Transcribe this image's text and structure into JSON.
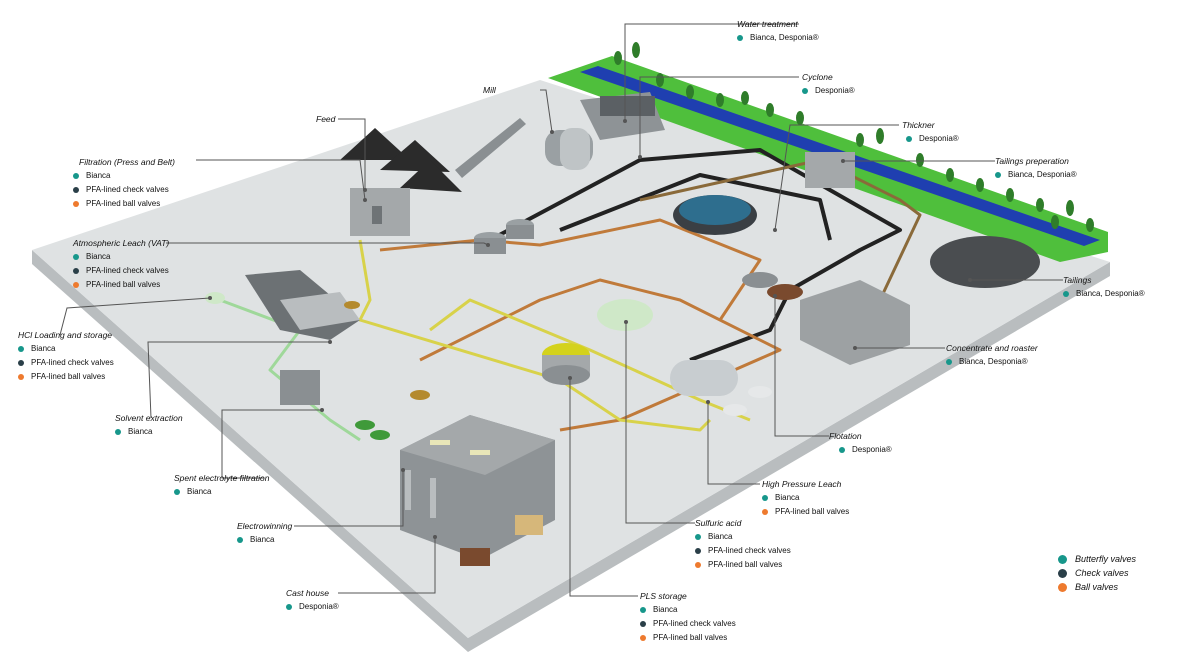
{
  "colors": {
    "butterfly": "#17978b",
    "check": "#2a3f48",
    "ball": "#ee7a2e",
    "floor": "#dfe2e3",
    "grass": "#4fbf3c",
    "water": "#1f3fb0",
    "pipe_yellow": "#d8d24a",
    "pipe_copper": "#c07a3a",
    "pipe_dark": "#222222"
  },
  "labels": [
    {
      "id": "water-treatment",
      "title": "Water treatment",
      "items": [
        {
          "type": "butterfly",
          "text": "Bianca, Desponia®"
        }
      ]
    },
    {
      "id": "mill",
      "title": "Mill",
      "items": []
    },
    {
      "id": "cyclone",
      "title": "Cyclone",
      "items": [
        {
          "type": "butterfly",
          "text": "Desponia®"
        }
      ]
    },
    {
      "id": "feed",
      "title": "Feed",
      "items": []
    },
    {
      "id": "thickner",
      "title": "Thickner",
      "items": [
        {
          "type": "butterfly",
          "text": "Desponia®"
        }
      ]
    },
    {
      "id": "filtration",
      "title": "Filtration (Press and Belt)",
      "items": [
        {
          "type": "butterfly",
          "text": "Bianca"
        },
        {
          "type": "check",
          "text": "PFA-lined check valves"
        },
        {
          "type": "ball",
          "text": "PFA-lined ball valves"
        }
      ]
    },
    {
      "id": "tailings-preperation",
      "title": "Tailings preperation",
      "items": [
        {
          "type": "butterfly",
          "text": "Bianca, Desponia®"
        }
      ]
    },
    {
      "id": "atmospheric-leach",
      "title": "Atmospheric Leach (VAT)",
      "items": [
        {
          "type": "butterfly",
          "text": "Bianca"
        },
        {
          "type": "check",
          "text": "PFA-lined check valves"
        },
        {
          "type": "ball",
          "text": "PFA-lined ball valves"
        }
      ]
    },
    {
      "id": "tailings",
      "title": "Tailings",
      "items": [
        {
          "type": "butterfly",
          "text": "Bianca, Desponia®"
        }
      ]
    },
    {
      "id": "hcl-loading",
      "title": "HCl Loading and storage",
      "items": [
        {
          "type": "butterfly",
          "text": "Bianca"
        },
        {
          "type": "check",
          "text": "PFA-lined check valves"
        },
        {
          "type": "ball",
          "text": "PFA-lined ball valves"
        }
      ]
    },
    {
      "id": "concentrate-roaster",
      "title": "Concentrate and roaster",
      "items": [
        {
          "type": "butterfly",
          "text": "Bianca, Desponia®"
        }
      ]
    },
    {
      "id": "solvent-extraction",
      "title": "Solvent extraction",
      "items": [
        {
          "type": "butterfly",
          "text": "Bianca"
        }
      ]
    },
    {
      "id": "flotation",
      "title": "Flotation",
      "items": [
        {
          "type": "butterfly",
          "text": "Desponia®"
        }
      ]
    },
    {
      "id": "spent-electrolyte",
      "title": "Spent electrolyte filtration",
      "items": [
        {
          "type": "butterfly",
          "text": "Bianca"
        }
      ]
    },
    {
      "id": "high-pressure-leach",
      "title": "High Pressure Leach",
      "items": [
        {
          "type": "butterfly",
          "text": "Bianca"
        },
        {
          "type": "ball",
          "text": "PFA-lined ball valves"
        }
      ]
    },
    {
      "id": "sulfuric-acid",
      "title": "Sulfuric acid",
      "items": [
        {
          "type": "butterfly",
          "text": "Bianca"
        },
        {
          "type": "check",
          "text": "PFA-lined check valves"
        },
        {
          "type": "ball",
          "text": "PFA-lined ball valves"
        }
      ]
    },
    {
      "id": "electrowinning",
      "title": "Electrowinning",
      "items": [
        {
          "type": "butterfly",
          "text": "Bianca"
        }
      ]
    },
    {
      "id": "cast-house",
      "title": "Cast house",
      "items": [
        {
          "type": "butterfly",
          "text": "Desponia®"
        }
      ]
    },
    {
      "id": "pls-storage",
      "title": "PLS storage",
      "items": [
        {
          "type": "butterfly",
          "text": "Bianca"
        },
        {
          "type": "check",
          "text": "PFA-lined check valves"
        },
        {
          "type": "ball",
          "text": "PFA-lined ball valves"
        }
      ]
    }
  ],
  "legend": [
    {
      "type": "butterfly",
      "label": "Butterfly valves"
    },
    {
      "type": "check",
      "label": "Check valves"
    },
    {
      "type": "ball",
      "label": "Ball valves"
    }
  ]
}
